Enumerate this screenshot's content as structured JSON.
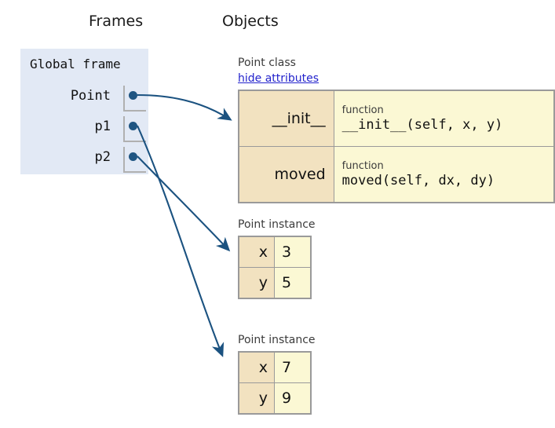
{
  "headings": {
    "frames": "Frames",
    "objects": "Objects"
  },
  "frame": {
    "title": "Global frame",
    "variables": [
      {
        "name": "Point",
        "points_to": "point-class"
      },
      {
        "name": "p1",
        "points_to": "point-instance-1"
      },
      {
        "name": "p2",
        "points_to": "point-instance-2"
      }
    ]
  },
  "objects": [
    {
      "id": "point-class",
      "label": "Point class",
      "link_label": "hide attributes",
      "kind": "class",
      "rows": [
        {
          "key": "__init__",
          "type": "function",
          "signature": "__init__(self, x, y)"
        },
        {
          "key": "moved",
          "type": "function",
          "signature": "moved(self, dx, dy)"
        }
      ]
    },
    {
      "id": "point-instance-1",
      "label": "Point instance",
      "kind": "instance",
      "rows": [
        {
          "key": "x",
          "value": "3"
        },
        {
          "key": "y",
          "value": "5"
        }
      ]
    },
    {
      "id": "point-instance-2",
      "label": "Point instance",
      "kind": "instance",
      "rows": [
        {
          "key": "x",
          "value": "7"
        },
        {
          "key": "y",
          "value": "9"
        }
      ]
    }
  ],
  "colors": {
    "frame_background": "#e2e9f5",
    "pointer": "#1f5582",
    "arrow": "#1b5280",
    "key_cell": "#f2e2c0",
    "value_cell": "#fbf8d4",
    "table_border": "#9a9a9a",
    "link": "#2222cc"
  }
}
